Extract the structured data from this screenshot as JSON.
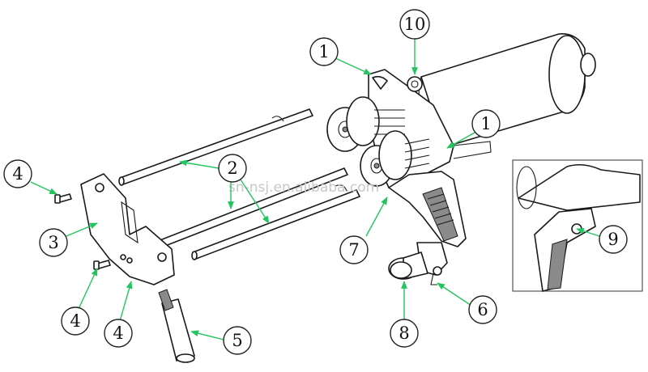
{
  "watermark": "sn-nsj.en.alibaba.com",
  "colors": {
    "leader": "#22c55e",
    "line": "#1a1a1a"
  },
  "callouts": [
    {
      "id": "c1a",
      "label": "1"
    },
    {
      "id": "c1b",
      "label": "1"
    },
    {
      "id": "c2",
      "label": "2"
    },
    {
      "id": "c3",
      "label": "3"
    },
    {
      "id": "c4a",
      "label": "4"
    },
    {
      "id": "c4b",
      "label": "4"
    },
    {
      "id": "c4c",
      "label": "4"
    },
    {
      "id": "c5",
      "label": "5"
    },
    {
      "id": "c6",
      "label": "6"
    },
    {
      "id": "c7",
      "label": "7"
    },
    {
      "id": "c8",
      "label": "8"
    },
    {
      "id": "c9",
      "label": "9"
    },
    {
      "id": "c10",
      "label": "10"
    }
  ]
}
